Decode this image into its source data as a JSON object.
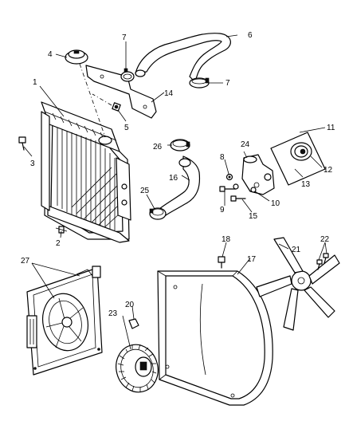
{
  "callouts": [
    "1",
    "2",
    "3",
    "4",
    "5",
    "6",
    "7",
    "7",
    "8",
    "9",
    "10",
    "11",
    "12",
    "13",
    "14",
    "15",
    "16",
    "17",
    "18",
    "20",
    "21",
    "22",
    "23",
    "24",
    "25",
    "26",
    "27"
  ]
}
